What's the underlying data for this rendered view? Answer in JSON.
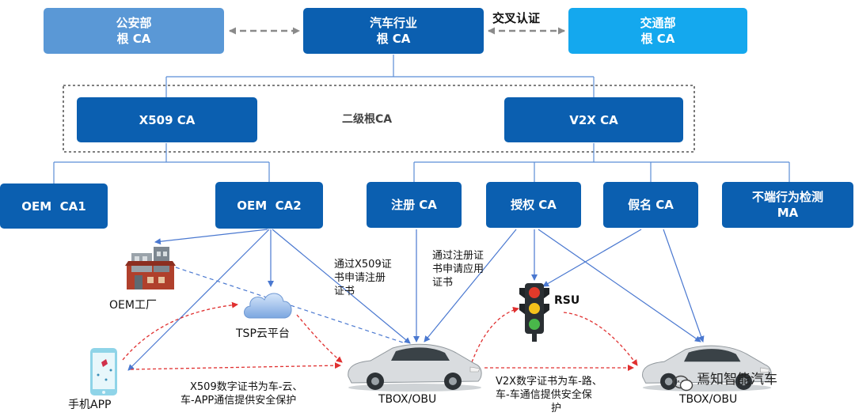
{
  "roots": {
    "police": [
      "公安部",
      "根 CA"
    ],
    "auto": [
      "汽车行业",
      "根 CA"
    ],
    "transport": [
      "交通部",
      "根 CA"
    ]
  },
  "cross_cert_label": "交叉认证",
  "secondary_group_label": "二级根CA",
  "secondary": {
    "x509": "X509 CA",
    "v2x": "V2X CA"
  },
  "leaf": {
    "oem1": "OEM  CA1",
    "oem2": "OEM  CA2",
    "register": "注册 CA",
    "authorize": "授权 CA",
    "pseudonym": "假名 CA",
    "misbehavior": [
      "不端行为检测",
      "MA"
    ]
  },
  "entities": {
    "factory": "OEM工厂",
    "tsp": "TSP云平台",
    "app": "手机APP",
    "tbox_left": "TBOX/OBU",
    "tbox_right": "TBOX/OBU",
    "rsu": "RSU"
  },
  "notes": {
    "x509_apply": [
      "通过X509证",
      "书申请注册",
      "证书"
    ],
    "register_apply": [
      "通过注册证",
      "书申请应用",
      "证书"
    ],
    "x509_protect": [
      "X509数字证书为车-云、",
      "车-APP通信提供安全保护"
    ],
    "v2x_protect": [
      "V2X数字证书为车-路、",
      "车-车通信提供安全保",
      "护"
    ]
  },
  "watermark": "焉知智能汽车",
  "colors": {
    "box_dark": "#0b5fb0",
    "box_light": "#5a98d6",
    "box_cyan": "#14a8ee",
    "arrow_blue": "#4a78d0",
    "arrow_red": "#e03030"
  }
}
